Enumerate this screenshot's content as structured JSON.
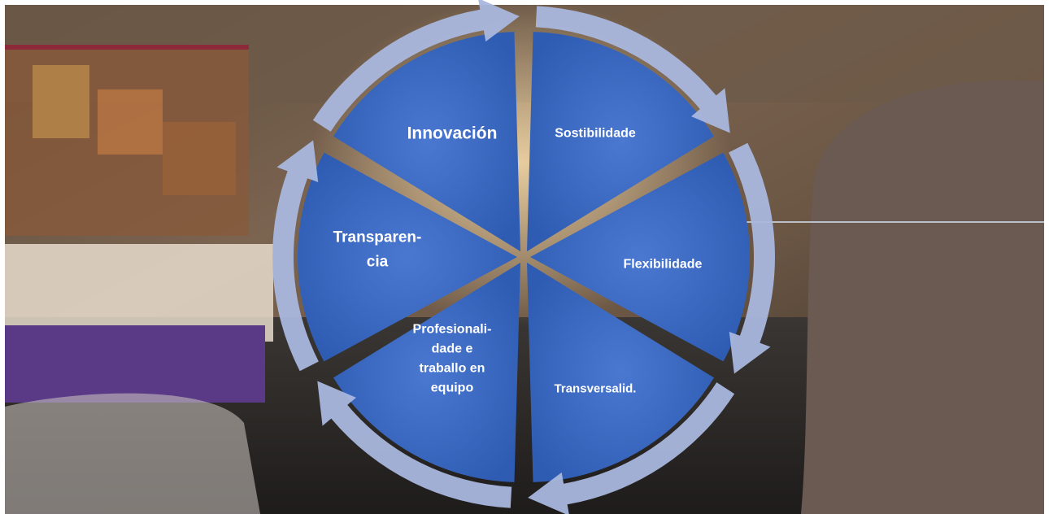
{
  "diagram": {
    "segments": [
      {
        "lines": [
          "Innovación"
        ]
      },
      {
        "lines": [
          "Sostibilidade"
        ]
      },
      {
        "lines": [
          "Flexibilidade"
        ]
      },
      {
        "lines": [
          "Transversalid."
        ]
      },
      {
        "lines": [
          "Profesionali-",
          "dade e",
          "traballo en",
          "equipo"
        ]
      },
      {
        "lines": [
          "Transparen-",
          "cia"
        ]
      }
    ],
    "colors": {
      "segment_fill": "#3f6cc6",
      "segment_fill_dark": "#2f58ad",
      "ring_arrow": "#a9b7de"
    }
  }
}
